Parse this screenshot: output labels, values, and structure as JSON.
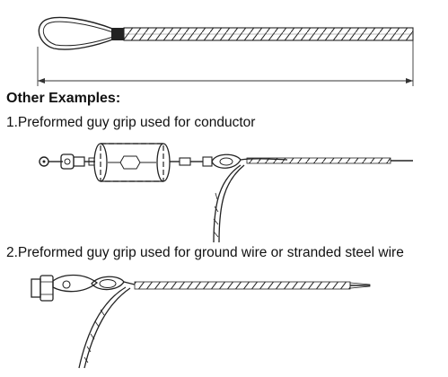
{
  "heading": "Other Examples:",
  "examples": [
    {
      "caption": "1.Preformed guy grip used for conductor"
    },
    {
      "caption": "2.Preformed guy grip used for ground wire or stranded steel wire"
    }
  ],
  "colors": {
    "ink": "#1a1a1a",
    "background": "#ffffff"
  }
}
